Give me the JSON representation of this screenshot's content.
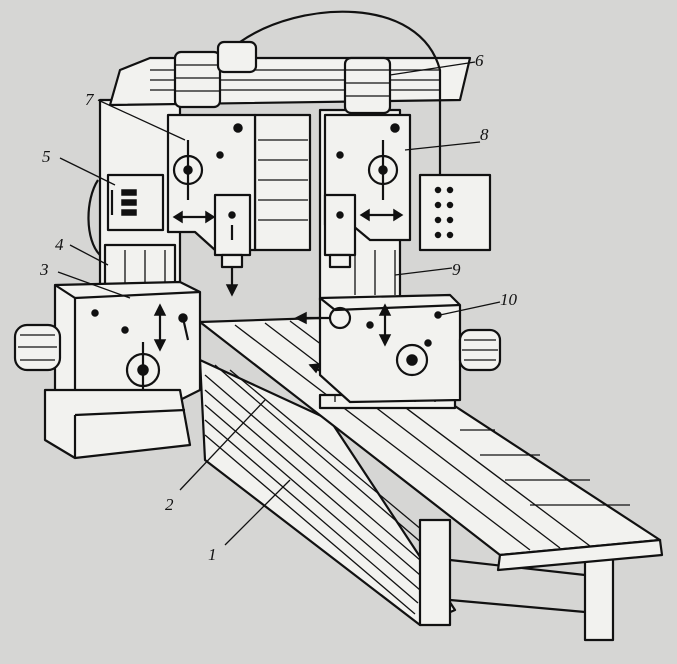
{
  "figure": {
    "background": "#d6d6d4",
    "ink": "#111111",
    "labels": [
      {
        "id": "1",
        "text": "1",
        "part": "bed"
      },
      {
        "id": "2",
        "text": "2",
        "part": "table"
      },
      {
        "id": "3",
        "text": "3",
        "part": "left-side-head"
      },
      {
        "id": "4",
        "text": "4",
        "part": "left-column-guide"
      },
      {
        "id": "5",
        "text": "5",
        "part": "crossrail-left-end"
      },
      {
        "id": "6",
        "text": "6",
        "part": "top-beam-cable"
      },
      {
        "id": "7",
        "text": "7",
        "part": "left-vertical-head"
      },
      {
        "id": "8",
        "text": "8",
        "part": "right-vertical-head"
      },
      {
        "id": "9",
        "text": "9",
        "part": "right-column-guide"
      },
      {
        "id": "10",
        "text": "10",
        "part": "right-side-head"
      }
    ]
  }
}
